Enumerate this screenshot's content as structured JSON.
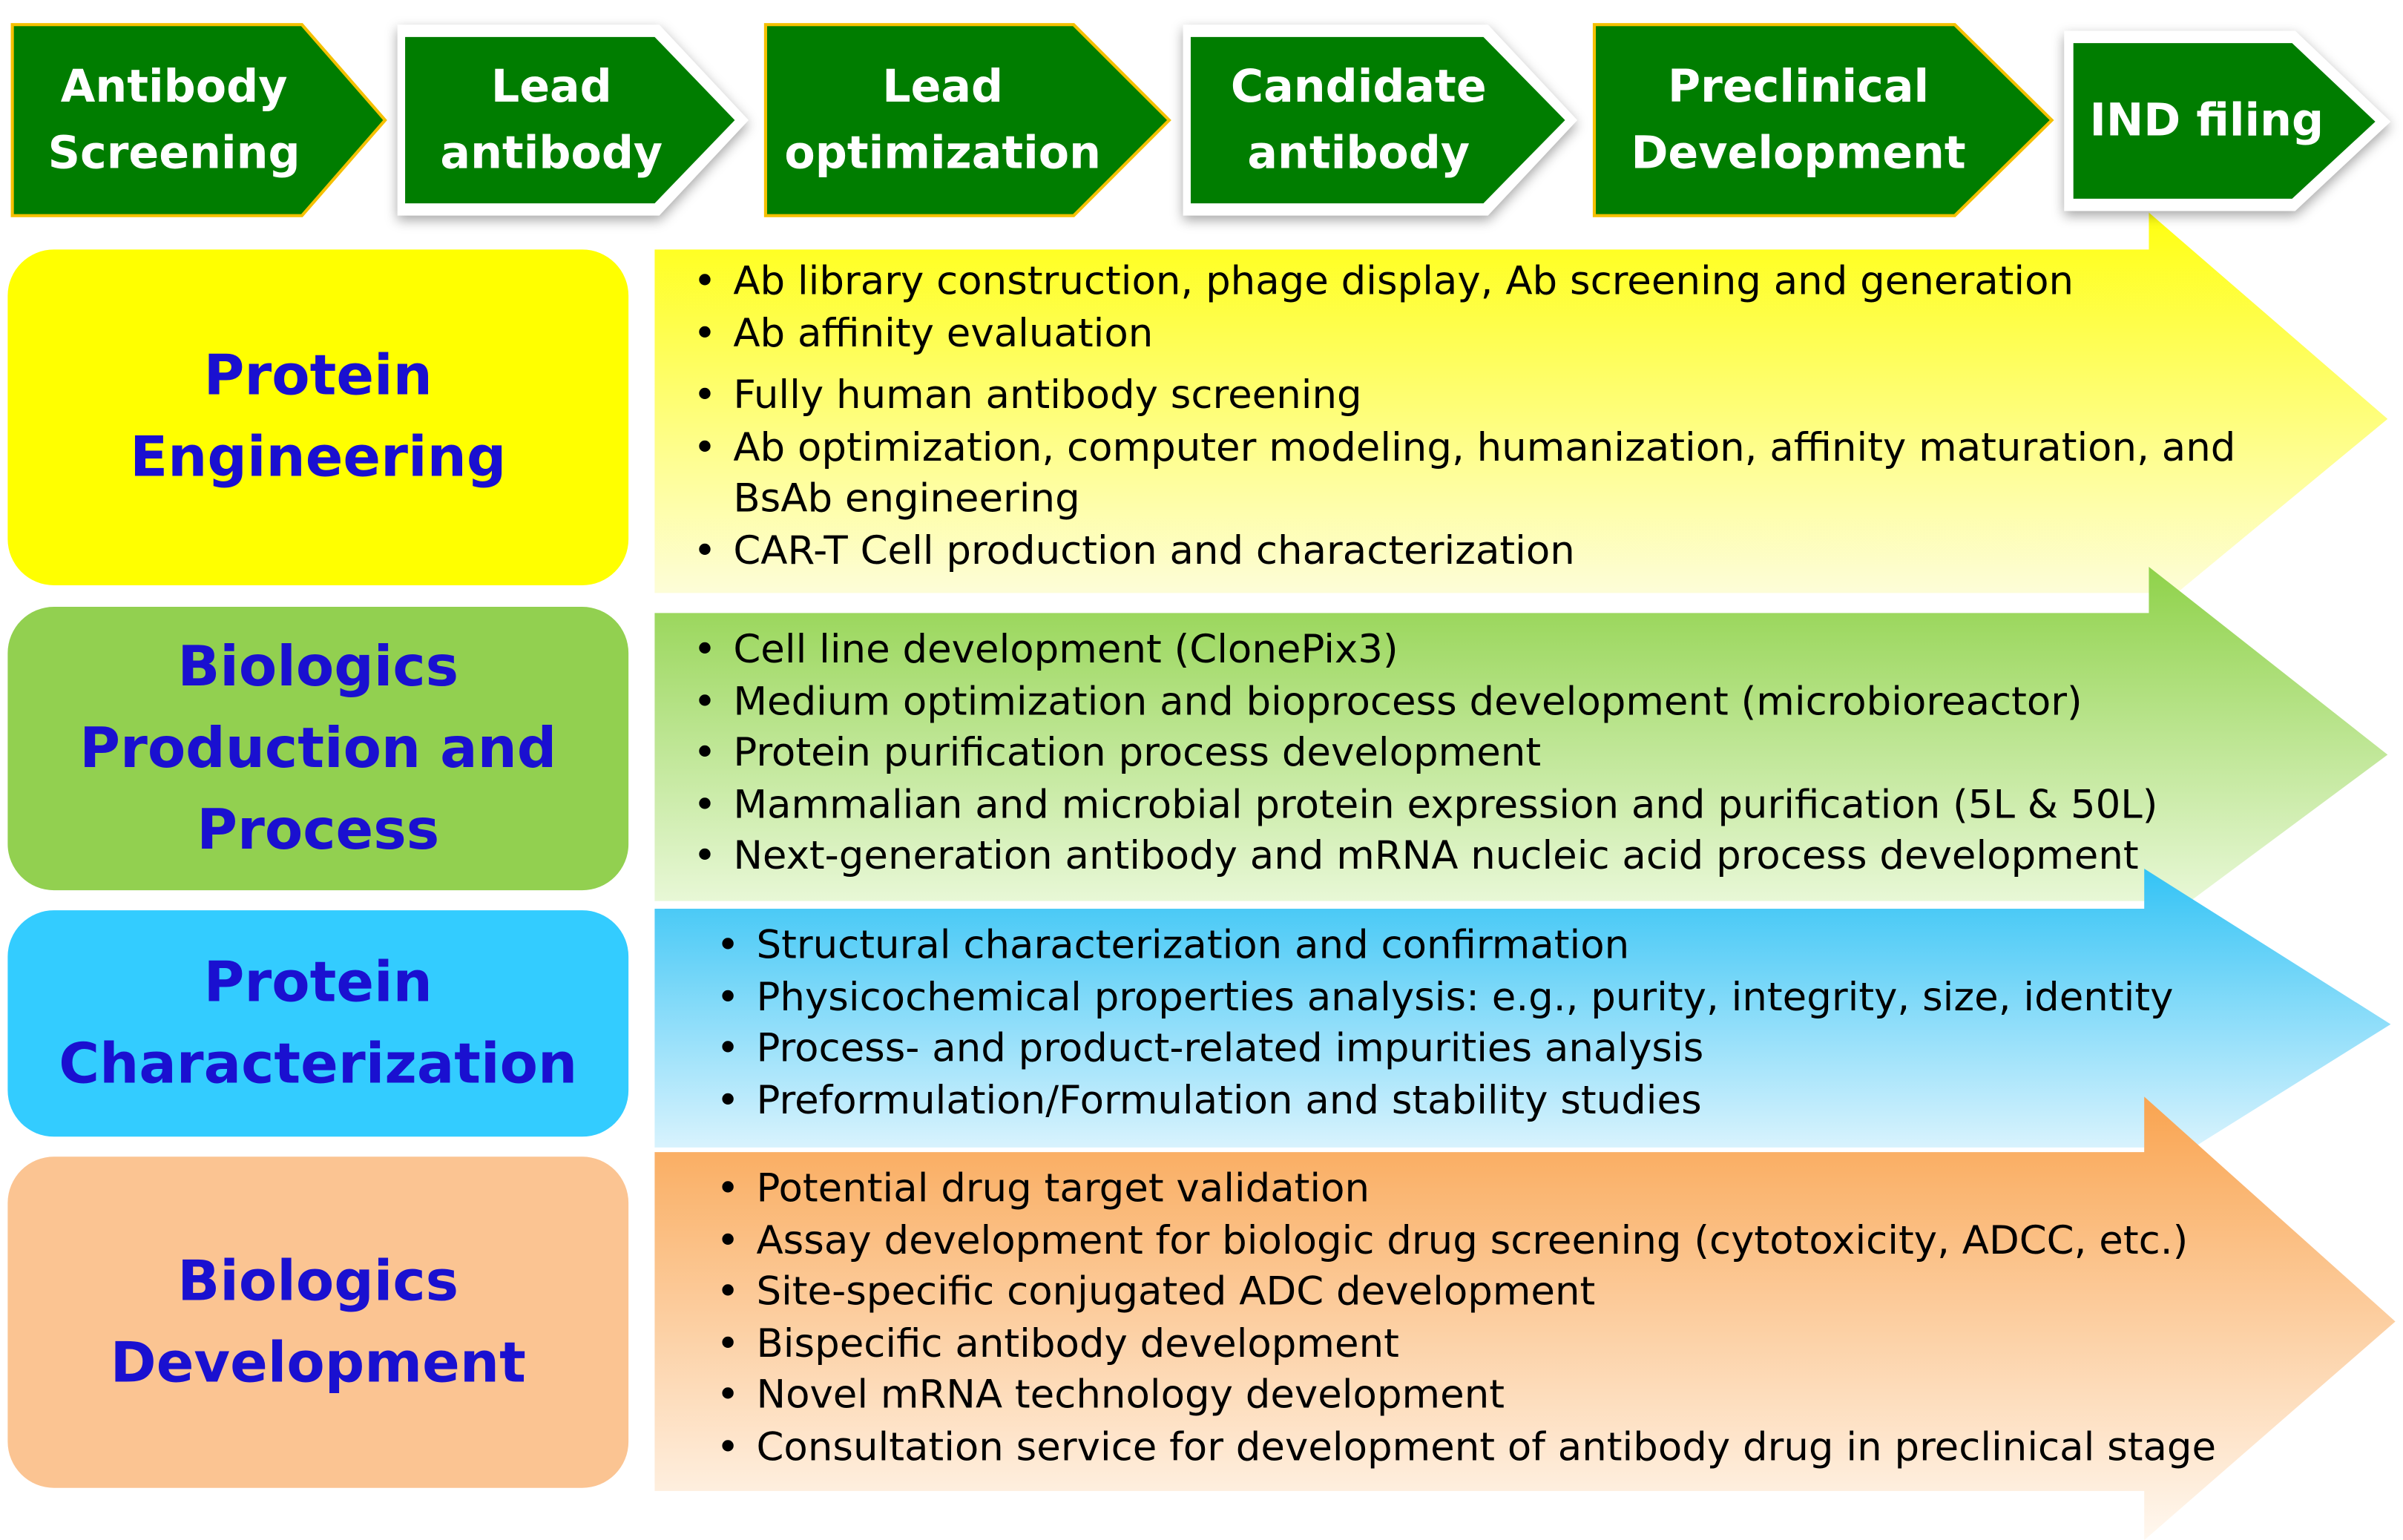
{
  "stages": [
    {
      "label": "Antibody\nScreening"
    },
    {
      "label": "Lead\nantibody"
    },
    {
      "label": "Lead\noptimization"
    },
    {
      "label": "Candidate\nantibody"
    },
    {
      "label": "Preclinical\nDevelopment"
    },
    {
      "label": "IND filing"
    }
  ],
  "colors": {
    "stage_green": "#007d00",
    "stage_border": "#f5c000",
    "title_text": "#1a10d0"
  },
  "categories": [
    {
      "title": "Protein\nEngineering",
      "color": "#ffff00",
      "arrow_top": "#ffff20",
      "arrow_bottom": "#fdfde0",
      "items": [
        "Ab library construction, phage display, Ab screening and generation",
        "Ab affinity evaluation",
        "Fully human antibody screening",
        "Ab optimization, computer modeling, humanization, affinity maturation, and BsAb engineering",
        "CAR-T Cell production and characterization"
      ]
    },
    {
      "title": "Biologics\nProduction and\nProcess",
      "color": "#92d050",
      "arrow_top": "#8fd24a",
      "arrow_bottom": "#f0fbe3",
      "items": [
        "Cell line development (ClonePix3)",
        "Medium optimization and bioprocess development (microbioreactor)",
        "Protein purification process development",
        "Mammalian and microbial protein expression and purification (5L & 50L)",
        "Next-generation antibody and mRNA nucleic acid process development"
      ]
    },
    {
      "title": "Protein\nCharacterization",
      "color": "#33ccff",
      "arrow_top": "#33c3f5",
      "arrow_bottom": "#e9f8fe",
      "items": [
        "Structural characterization and confirmation",
        "Physicochemical properties analysis: e.g., purity, integrity, size, identity",
        "Process- and product-related impurities analysis",
        "Preformulation/Formulation and stability studies"
      ]
    },
    {
      "title": "Biologics\nDevelopment",
      "color": "#fbc492",
      "arrow_top": "#f9a450",
      "arrow_bottom": "#fff6ec",
      "items": [
        "Potential drug target validation",
        "Assay development for biologic drug screening (cytotoxicity, ADCC, etc.)",
        "Site-specific conjugated ADC development",
        "Bispecific antibody development",
        "Novel mRNA technology development",
        "Consultation service for development of antibody drug in preclinical stage"
      ]
    }
  ]
}
